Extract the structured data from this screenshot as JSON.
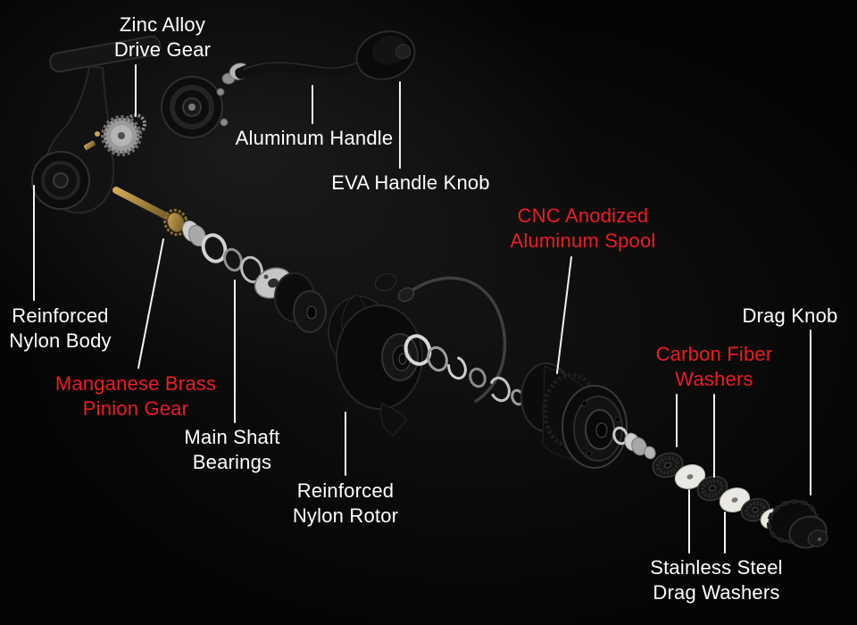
{
  "colors": {
    "background": "#050505",
    "background_glow": "#262626",
    "label_white": "#ffffff",
    "label_red": "#ed1c24",
    "leader_line": "#f2f2f2",
    "brass_accent": "#b8954a"
  },
  "labels": {
    "drive_gear": {
      "line1": "Zinc Alloy",
      "line2": "Drive Gear",
      "color": "#ffffff"
    },
    "handle": {
      "line1": "Aluminum Handle",
      "color": "#ffffff"
    },
    "handle_knob": {
      "line1": "EVA Handle Knob",
      "color": "#ffffff"
    },
    "spool": {
      "line1": "CNC Anodized",
      "line2": "Aluminum Spool",
      "color": "#ed1c24"
    },
    "body": {
      "line1": "Reinforced",
      "line2": "Nylon Body",
      "color": "#ffffff"
    },
    "drag_knob": {
      "line1": "Drag Knob",
      "color": "#ffffff"
    },
    "carbon_washers": {
      "line1": "Carbon Fiber",
      "line2": "Washers",
      "color": "#ed1c24"
    },
    "pinion_gear": {
      "line1": "Manganese Brass",
      "line2": "Pinion Gear",
      "color": "#ed1c24"
    },
    "bearings": {
      "line1": "Main Shaft",
      "line2": "Bearings",
      "color": "#ffffff"
    },
    "rotor": {
      "line1": "Reinforced",
      "line2": "Nylon Rotor",
      "color": "#ffffff"
    },
    "drag_washers": {
      "line1": "Stainless Steel",
      "line2": "Drag Washers",
      "color": "#ffffff"
    }
  },
  "parts": [
    "reel-body",
    "drive-gear",
    "oscillation-gear",
    "handle-arm",
    "handle-knob",
    "main-shaft",
    "pinion-gear",
    "main-shaft-bearings",
    "gear-housing",
    "rotor",
    "bail-wire",
    "washer-train",
    "spool",
    "spool-shaft-hardware",
    "drag-washer-stack",
    "drag-knob"
  ]
}
